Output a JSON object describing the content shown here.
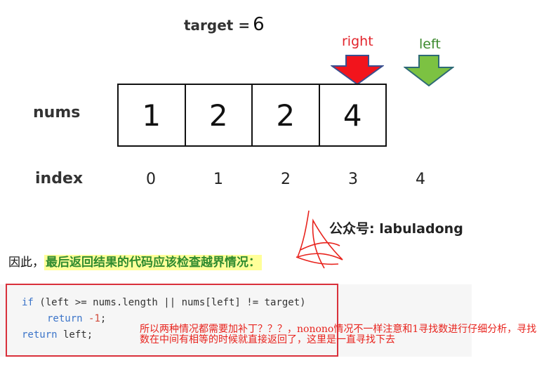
{
  "figure": {
    "target_label": "target =",
    "target_value": "6",
    "right_pointer": "right",
    "left_pointer": "left",
    "row_nums": "nums",
    "row_index": "index",
    "nums": [
      "1",
      "2",
      "2",
      "4"
    ],
    "indices": [
      "0",
      "1",
      "2",
      "3",
      "4"
    ],
    "watermark": "公众号: labuladong",
    "colors": {
      "right_arrow": "#f2141c",
      "left_arrow": "#7cc242"
    }
  },
  "paragraph": {
    "prefix": "因此，",
    "highlight": "最后返回结果的代码应该检查越界情况："
  },
  "code": {
    "line1_kw": "if",
    "line1_rest": " (left >= nums.length || nums[left] != target)",
    "line2_kw": "return",
    "line2_num": "-1",
    "line2_end": ";",
    "line3_kw": "return",
    "line3_rest": " left;"
  },
  "annotation": {
    "comment": "所以两种情况都需要加补丁？？？，nonono情况不一样注意和1寻找数进行仔细分析，寻找数在中间有相等的时候就直接返回了，这里是一直寻找下去"
  }
}
